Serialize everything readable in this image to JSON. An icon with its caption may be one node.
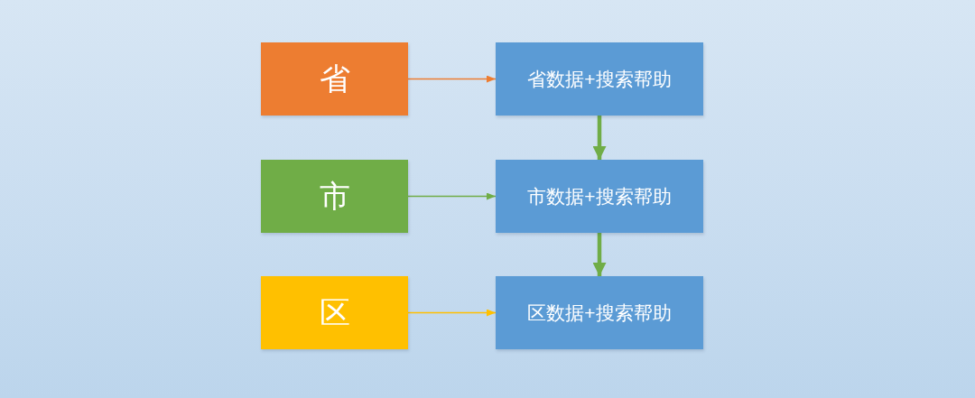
{
  "diagram": {
    "nodes": [
      {
        "text": [
          "省"
        ]
      },
      {
        "text": [
          "省数据+搜索帮助"
        ]
      },
      {
        "text": [
          "市"
        ]
      },
      {
        "text": [
          "市数据+搜索帮助"
        ]
      },
      {
        "text": [
          "区"
        ]
      },
      {
        "text": [
          "区数据+搜索帮助"
        ]
      }
    ],
    "edges": [
      {
        "from": 0,
        "to": 1,
        "arrow": "to",
        "color": "#ed7d31"
      },
      {
        "from": 1,
        "to": 3,
        "arrow": "to",
        "style": "thick"
      },
      {
        "from": 2,
        "to": 3,
        "arrow": "to"
      },
      {
        "from": 3,
        "to": 5,
        "arrow": "to",
        "style": "thick"
      },
      {
        "from": 4,
        "to": 5,
        "arrow": "to",
        "color": "#ffc000"
      }
    ]
  }
}
